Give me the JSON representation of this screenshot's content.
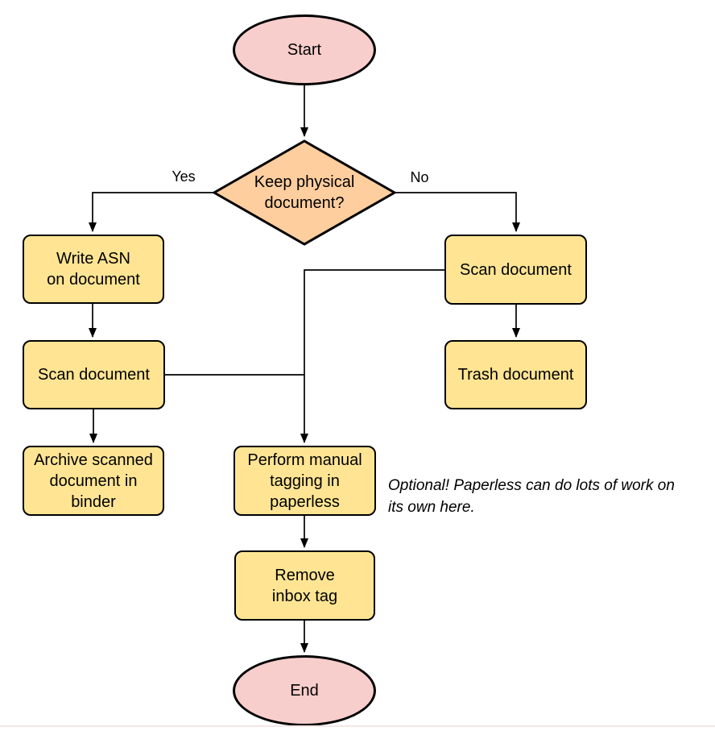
{
  "diagram": {
    "nodes": {
      "start": {
        "label": "Start",
        "type": "terminator"
      },
      "decision": {
        "label": "Keep physical\ndocument?",
        "type": "decision"
      },
      "write_asn": {
        "label": "Write ASN\non document",
        "type": "process"
      },
      "scan_left": {
        "label": "Scan document",
        "type": "process"
      },
      "archive": {
        "label": "Archive scanned\ndocument in\nbinder",
        "type": "process"
      },
      "scan_right": {
        "label": "Scan document",
        "type": "process"
      },
      "trash": {
        "label": "Trash document",
        "type": "process"
      },
      "tagging": {
        "label": "Perform manual\ntagging in\npaperless",
        "type": "process"
      },
      "remove_tag": {
        "label": "Remove\ninbox tag",
        "type": "process"
      },
      "end": {
        "label": "End",
        "type": "terminator"
      }
    },
    "edges": [
      {
        "from": "start",
        "to": "decision",
        "label": ""
      },
      {
        "from": "decision",
        "to": "write_asn",
        "label": "Yes"
      },
      {
        "from": "decision",
        "to": "scan_right",
        "label": "No"
      },
      {
        "from": "write_asn",
        "to": "scan_left",
        "label": ""
      },
      {
        "from": "scan_left",
        "to": "archive",
        "label": ""
      },
      {
        "from": "scan_left",
        "to": "tagging",
        "label": ""
      },
      {
        "from": "scan_right",
        "to": "trash",
        "label": ""
      },
      {
        "from": "scan_right",
        "to": "tagging",
        "label": ""
      },
      {
        "from": "tagging",
        "to": "remove_tag",
        "label": ""
      },
      {
        "from": "remove_tag",
        "to": "end",
        "label": ""
      }
    ],
    "annotation": "Optional! Paperless can do lots of work on\nits own here.",
    "colors": {
      "terminator-fill": "#f8cecc",
      "decision-fill": "#ffce9e",
      "process-fill": "#ffe593",
      "stroke": "#000000",
      "background": "#ffffff"
    }
  }
}
